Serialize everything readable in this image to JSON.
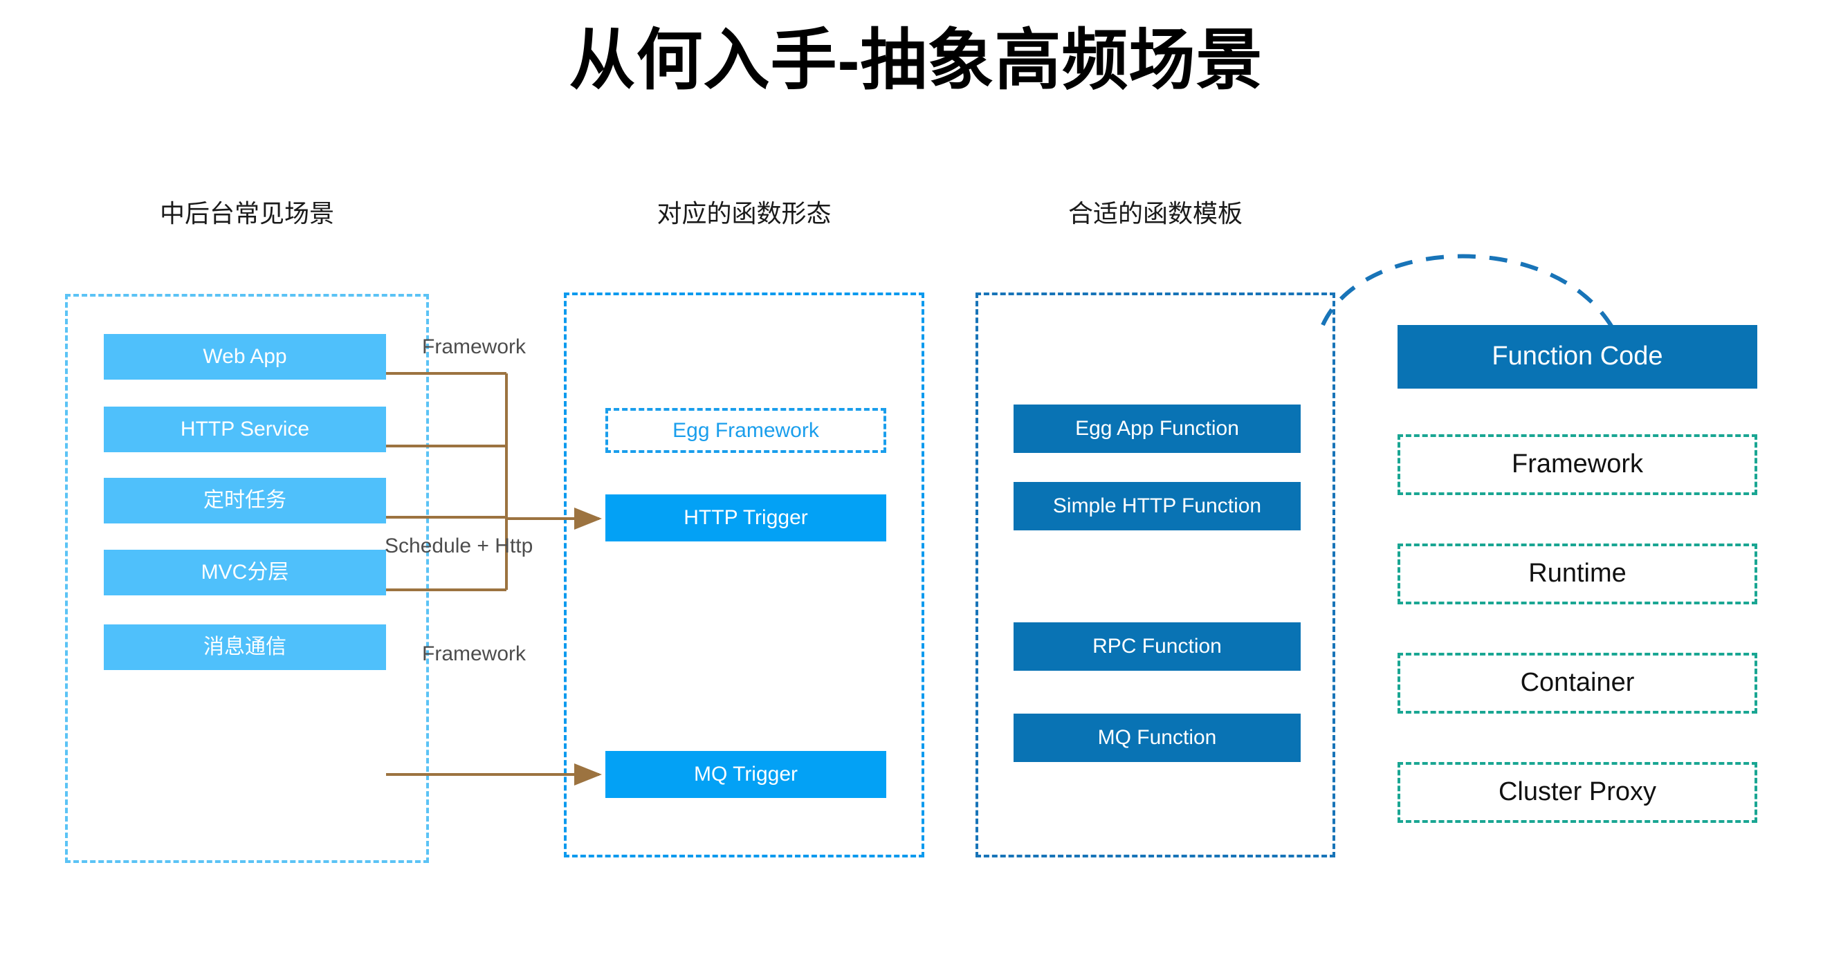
{
  "title": "从何入手-抽象高频场景",
  "columns": {
    "scenarios": {
      "header": "中后台常见场景"
    },
    "function_forms": {
      "header": "对应的函数形态"
    },
    "function_templates": {
      "header": "合适的函数模板"
    }
  },
  "scenario_nodes": [
    {
      "label": "Web App"
    },
    {
      "label": "HTTP Service"
    },
    {
      "label": "定时任务"
    },
    {
      "label": "MVC分层"
    },
    {
      "label": "消息通信"
    }
  ],
  "form_nodes": [
    {
      "label": "Egg Framework"
    },
    {
      "label": "HTTP Trigger"
    },
    {
      "label": "MQ Trigger"
    }
  ],
  "template_nodes": [
    {
      "label": "Egg App Function"
    },
    {
      "label": "Simple HTTP Function"
    },
    {
      "label": "RPC Function"
    },
    {
      "label": "MQ Function"
    }
  ],
  "stack_nodes": [
    {
      "label": "Function Code"
    },
    {
      "label": "Framework"
    },
    {
      "label": "Runtime"
    },
    {
      "label": "Container"
    },
    {
      "label": "Cluster Proxy"
    }
  ],
  "edge_labels": {
    "framework_top": "Framework",
    "schedule_http": "Schedule + Http",
    "framework_bottom": "Framework"
  },
  "colors": {
    "node_light_blue": "#4FC0FB",
    "node_bright_blue": "#03A1F5",
    "node_deep_blue": "#0973B4",
    "frame_light_blue": "#5BC3F5",
    "frame_blue": "#0C9AEE",
    "frame_deep_blue": "#1874B8",
    "dashed_green": "#1AA693",
    "connector_brown": "#9C7340",
    "title_black": "#000000",
    "label_gray": "#4D4D4D"
  }
}
